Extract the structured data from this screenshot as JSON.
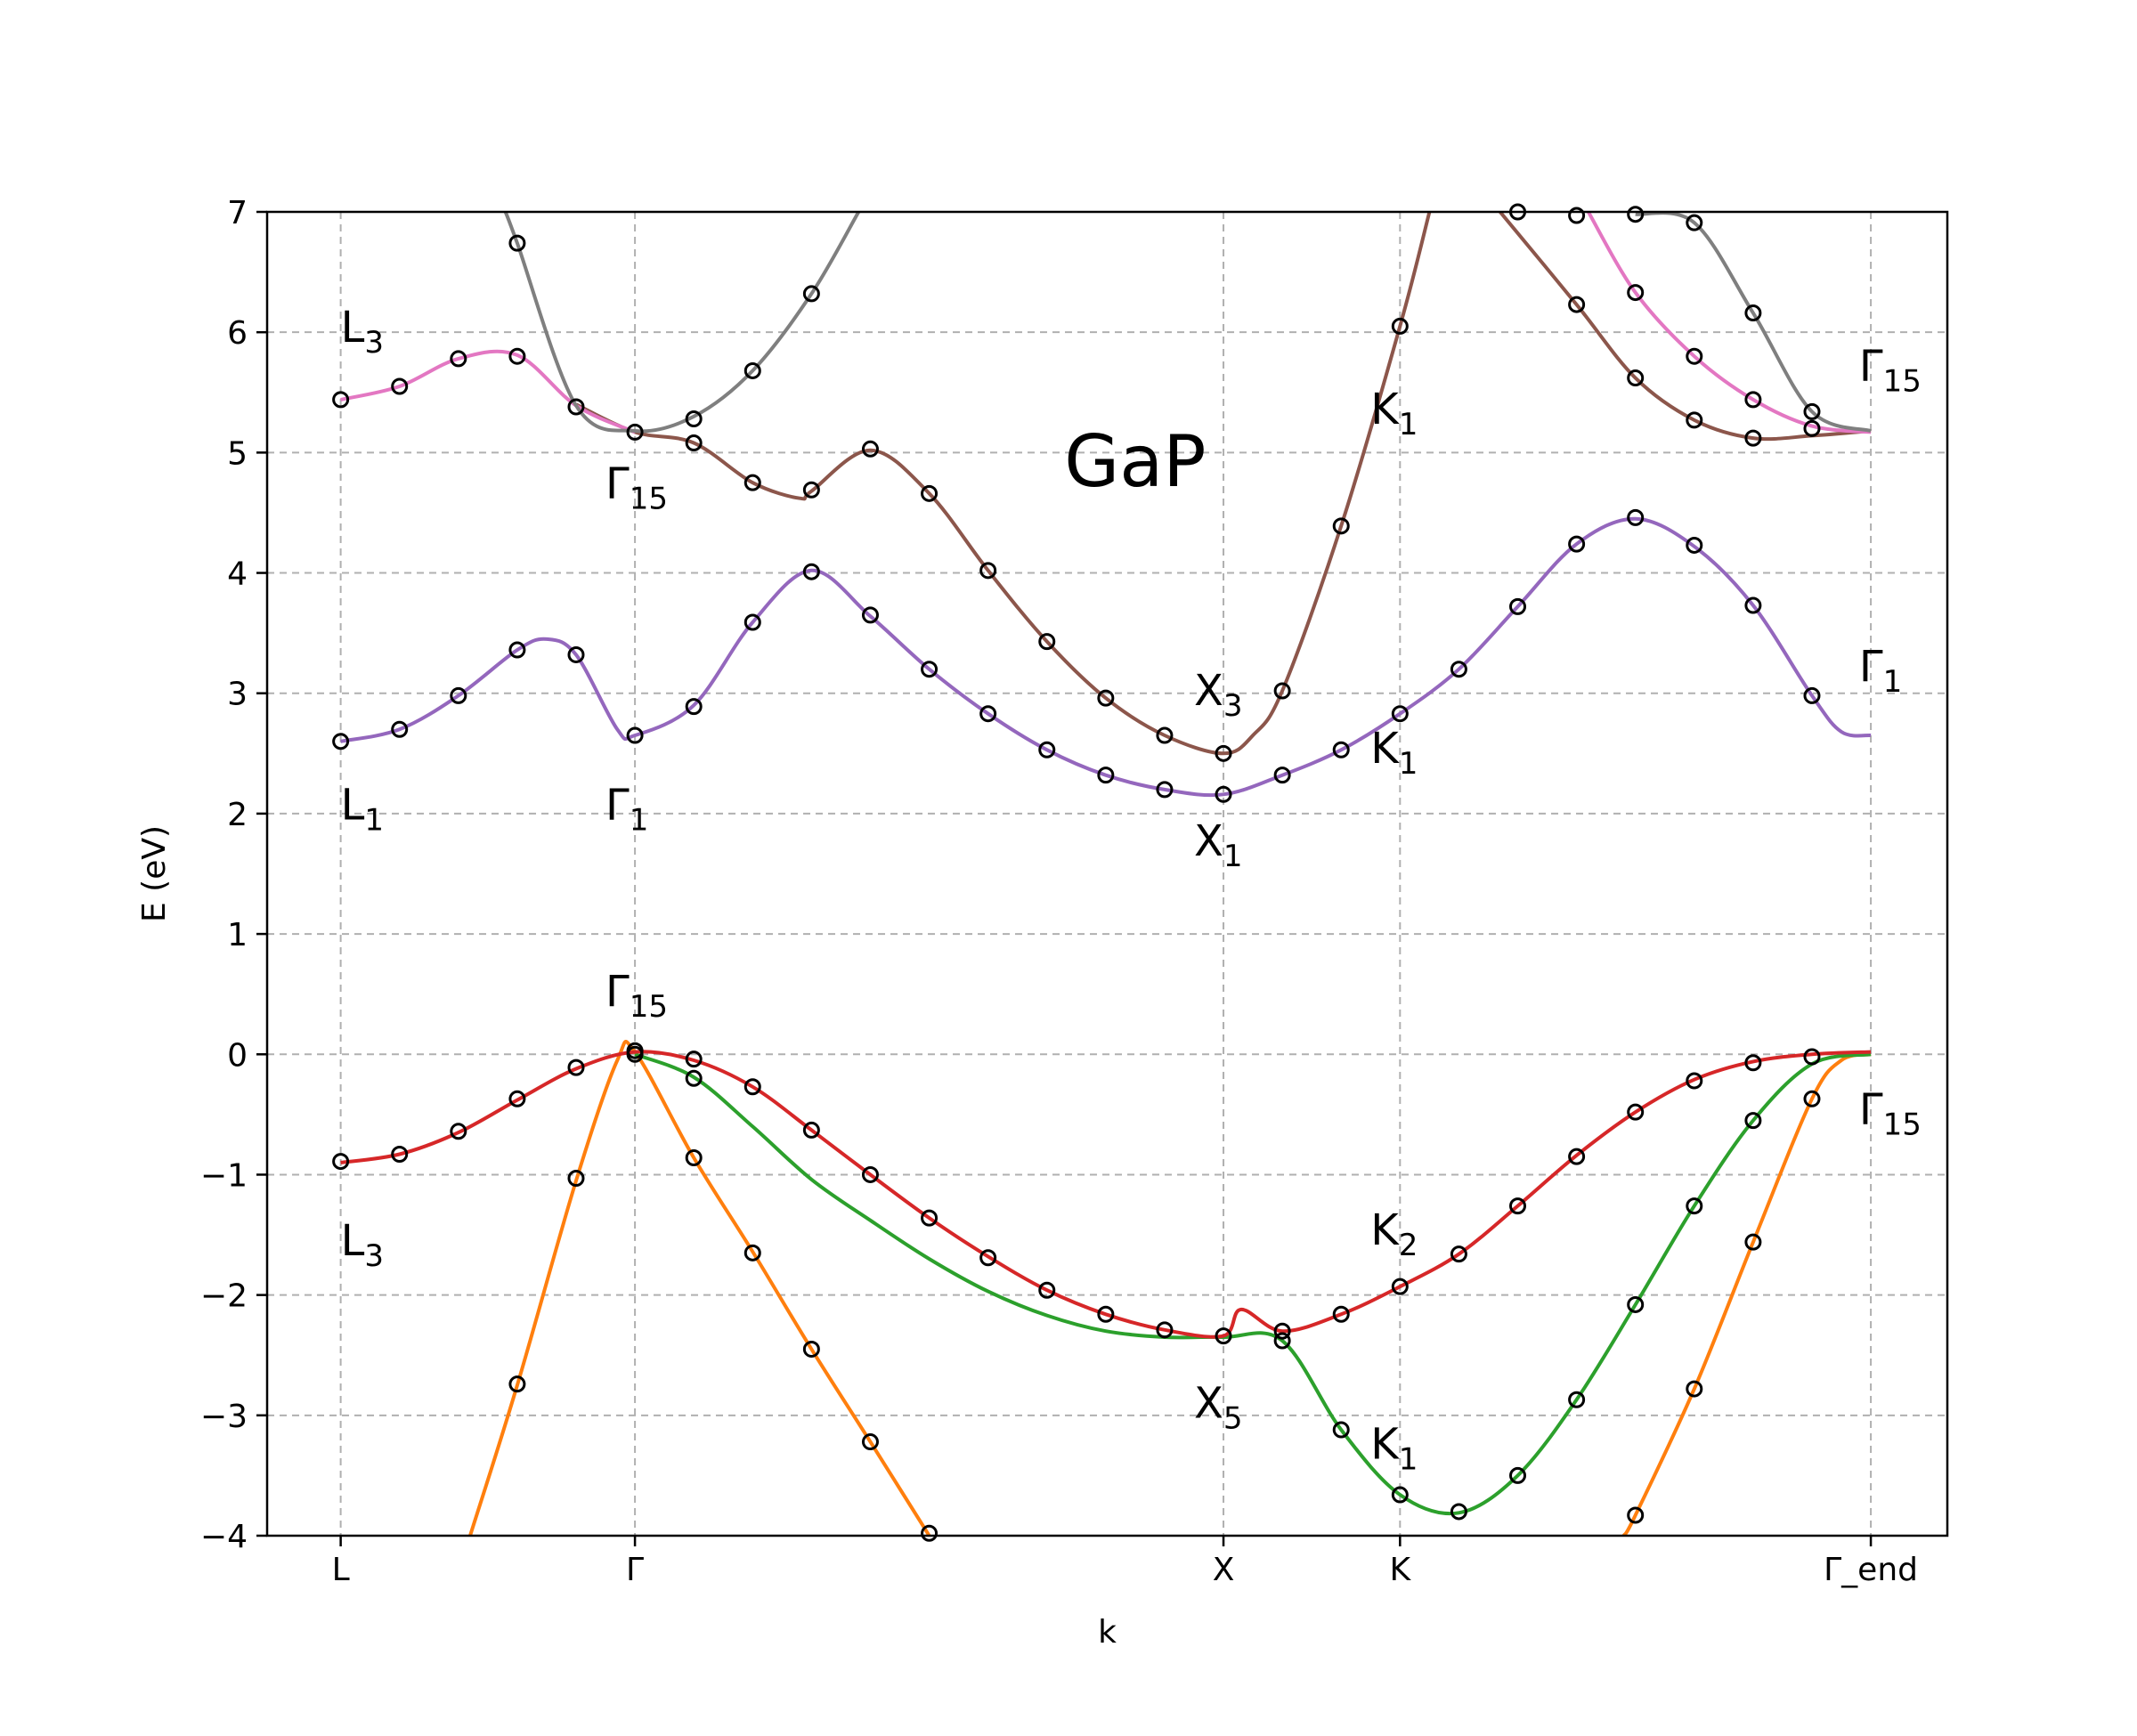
{
  "chart_data": {
    "type": "line",
    "title": "GaP",
    "xlabel": "k",
    "ylabel": "E (eV)",
    "xlim": [
      -0.125,
      2.73
    ],
    "ylim": [
      -4,
      7
    ],
    "grid": true,
    "x_ticks": [
      {
        "pos": 0,
        "label": "L"
      },
      {
        "pos": 0.5,
        "label": "Γ"
      },
      {
        "pos": 1.5,
        "label": "X"
      },
      {
        "pos": 1.8,
        "label": "K"
      },
      {
        "pos": 2.6,
        "label": "Γ_end"
      }
    ],
    "y_ticks": [
      -4,
      -3,
      -2,
      -1,
      0,
      1,
      2,
      3,
      4,
      5,
      6,
      7
    ],
    "series": [
      {
        "color": "#ff7f0e",
        "points": [
          [
            0.22,
            -4.0
          ],
          [
            0.3,
            -2.75
          ],
          [
            0.4,
            -1.05
          ],
          [
            0.47,
            -0.05
          ],
          [
            0.5,
            0.02
          ],
          [
            0.6,
            -0.86
          ],
          [
            0.7,
            -1.64
          ],
          [
            0.8,
            -2.45
          ],
          [
            0.9,
            -3.22
          ],
          [
            1.0,
            -4.0
          ]
        ]
      },
      {
        "color": "#ff7f0e",
        "points": [
          [
            2.18,
            -4.0
          ],
          [
            2.2,
            -3.83
          ],
          [
            2.3,
            -2.78
          ],
          [
            2.4,
            -1.56
          ],
          [
            2.5,
            -0.37
          ],
          [
            2.55,
            -0.05
          ],
          [
            2.6,
            0.0
          ]
        ]
      },
      {
        "color": "#2ca02c",
        "points": [
          [
            0.5,
            0.0
          ],
          [
            0.6,
            -0.19
          ],
          [
            0.7,
            -0.6
          ],
          [
            0.8,
            -1.04
          ],
          [
            0.9,
            -1.38
          ],
          [
            1.0,
            -1.7
          ],
          [
            1.1,
            -1.97
          ],
          [
            1.2,
            -2.17
          ],
          [
            1.3,
            -2.3
          ],
          [
            1.4,
            -2.35
          ],
          [
            1.5,
            -2.35
          ],
          [
            1.6,
            -2.38
          ],
          [
            1.7,
            -3.12
          ],
          [
            1.8,
            -3.66
          ],
          [
            1.9,
            -3.81
          ],
          [
            2.0,
            -3.5
          ],
          [
            2.1,
            -2.87
          ],
          [
            2.2,
            -2.08
          ],
          [
            2.3,
            -1.26
          ],
          [
            2.4,
            -0.55
          ],
          [
            2.5,
            -0.08
          ],
          [
            2.6,
            0.0
          ]
        ]
      },
      {
        "color": "#d62728",
        "points": [
          [
            0.0,
            -0.9
          ],
          [
            0.1,
            -0.83
          ],
          [
            0.2,
            -0.65
          ],
          [
            0.3,
            -0.38
          ],
          [
            0.4,
            -0.12
          ],
          [
            0.5,
            0.02
          ],
          [
            0.6,
            -0.05
          ],
          [
            0.7,
            -0.27
          ],
          [
            0.8,
            -0.63
          ],
          [
            0.9,
            -1.0
          ],
          [
            1.0,
            -1.36
          ],
          [
            1.1,
            -1.68
          ],
          [
            1.2,
            -1.96
          ],
          [
            1.3,
            -2.16
          ],
          [
            1.4,
            -2.29
          ],
          [
            1.5,
            -2.34
          ],
          [
            1.53,
            -2.12
          ],
          [
            1.6,
            -2.3
          ],
          [
            1.7,
            -2.16
          ],
          [
            1.8,
            -1.93
          ],
          [
            1.9,
            -1.66
          ],
          [
            2.0,
            -1.26
          ],
          [
            2.1,
            -0.84
          ],
          [
            2.2,
            -0.48
          ],
          [
            2.3,
            -0.21
          ],
          [
            2.4,
            -0.06
          ],
          [
            2.5,
            0.0
          ],
          [
            2.6,
            0.02
          ]
        ]
      },
      {
        "color": "#9467bd",
        "points": [
          [
            0.0,
            2.6
          ],
          [
            0.1,
            2.7
          ],
          [
            0.2,
            2.98
          ],
          [
            0.3,
            3.36
          ],
          [
            0.35,
            3.45
          ],
          [
            0.4,
            3.32
          ],
          [
            0.47,
            2.7
          ],
          [
            0.5,
            2.65
          ],
          [
            0.6,
            2.9
          ],
          [
            0.7,
            3.59
          ],
          [
            0.8,
            4.02
          ],
          [
            0.9,
            3.64
          ],
          [
            1.0,
            3.2
          ],
          [
            1.1,
            2.83
          ],
          [
            1.2,
            2.53
          ],
          [
            1.3,
            2.32
          ],
          [
            1.4,
            2.2
          ],
          [
            1.5,
            2.16
          ],
          [
            1.6,
            2.32
          ],
          [
            1.7,
            2.53
          ],
          [
            1.8,
            2.83
          ],
          [
            1.9,
            3.2
          ],
          [
            2.0,
            3.72
          ],
          [
            2.1,
            4.24
          ],
          [
            2.2,
            4.45
          ],
          [
            2.3,
            4.22
          ],
          [
            2.4,
            3.73
          ],
          [
            2.5,
            2.98
          ],
          [
            2.55,
            2.68
          ],
          [
            2.6,
            2.65
          ]
        ]
      },
      {
        "color": "#8c564b",
        "points": [
          [
            0.4,
            5.4
          ],
          [
            0.5,
            5.17
          ],
          [
            0.6,
            5.08
          ],
          [
            0.7,
            4.75
          ],
          [
            0.78,
            4.62
          ],
          [
            0.8,
            4.68
          ],
          [
            0.9,
            5.02
          ],
          [
            1.0,
            4.66
          ],
          [
            1.1,
            4.02
          ],
          [
            1.2,
            3.43
          ],
          [
            1.3,
            2.96
          ],
          [
            1.4,
            2.65
          ],
          [
            1.5,
            2.5
          ],
          [
            1.55,
            2.65
          ],
          [
            1.6,
            3.02
          ],
          [
            1.7,
            4.39
          ],
          [
            1.8,
            6.05
          ],
          [
            1.85,
            7.0
          ]
        ]
      },
      {
        "color": "#8c564b",
        "points": [
          [
            1.97,
            7.0
          ],
          [
            2.1,
            6.23
          ],
          [
            2.2,
            5.62
          ],
          [
            2.3,
            5.27
          ],
          [
            2.4,
            5.12
          ],
          [
            2.5,
            5.14
          ],
          [
            2.6,
            5.18
          ]
        ]
      },
      {
        "color": "#e377c2",
        "points": [
          [
            0.0,
            5.44
          ],
          [
            0.1,
            5.55
          ],
          [
            0.2,
            5.78
          ],
          [
            0.3,
            5.81
          ],
          [
            0.4,
            5.39
          ],
          [
            0.5,
            5.17
          ]
        ]
      },
      {
        "color": "#e377c2",
        "points": [
          [
            2.12,
            7.0
          ],
          [
            2.2,
            6.33
          ],
          [
            2.3,
            5.8
          ],
          [
            2.4,
            5.44
          ],
          [
            2.5,
            5.22
          ],
          [
            2.6,
            5.17
          ]
        ]
      },
      {
        "color": "#7f7f7f",
        "points": [
          [
            0.28,
            7.0
          ],
          [
            0.3,
            6.74
          ],
          [
            0.4,
            5.39
          ],
          [
            0.5,
            5.18
          ],
          [
            0.6,
            5.3
          ],
          [
            0.7,
            5.68
          ],
          [
            0.8,
            6.32
          ],
          [
            0.88,
            7.0
          ]
        ]
      },
      {
        "color": "#7f7f7f",
        "points": [
          [
            2.2,
            6.98
          ],
          [
            2.3,
            6.91
          ],
          [
            2.4,
            6.16
          ],
          [
            2.5,
            5.34
          ],
          [
            2.6,
            5.18
          ]
        ]
      }
    ],
    "markers": [
      [
        0.0,
        5.44
      ],
      [
        0.1,
        5.55
      ],
      [
        0.2,
        5.78
      ],
      [
        0.3,
        5.8
      ],
      [
        0.3,
        6.74
      ],
      [
        0.4,
        5.38
      ],
      [
        0.5,
        5.17
      ],
      [
        0.6,
        5.08
      ],
      [
        0.6,
        5.28
      ],
      [
        0.7,
        5.68
      ],
      [
        0.7,
        4.75
      ],
      [
        0.8,
        4.69
      ],
      [
        0.8,
        6.32
      ],
      [
        0.9,
        5.03
      ],
      [
        1.0,
        4.66
      ],
      [
        1.1,
        4.02
      ],
      [
        1.2,
        3.43
      ],
      [
        1.3,
        2.96
      ],
      [
        1.4,
        2.65
      ],
      [
        1.5,
        2.5
      ],
      [
        1.6,
        3.02
      ],
      [
        1.7,
        4.39
      ],
      [
        1.8,
        6.05
      ],
      [
        2.0,
        7.0
      ],
      [
        2.1,
        6.97
      ],
      [
        2.2,
        6.98
      ],
      [
        2.3,
        6.91
      ],
      [
        2.1,
        6.23
      ],
      [
        2.2,
        6.33
      ],
      [
        2.2,
        5.62
      ],
      [
        2.3,
        5.8
      ],
      [
        2.3,
        5.27
      ],
      [
        2.4,
        6.16
      ],
      [
        2.4,
        5.44
      ],
      [
        2.4,
        5.12
      ],
      [
        2.5,
        5.34
      ],
      [
        2.5,
        5.2
      ],
      [
        0.0,
        2.6
      ],
      [
        0.1,
        2.7
      ],
      [
        0.2,
        2.98
      ],
      [
        0.3,
        3.36
      ],
      [
        0.4,
        3.32
      ],
      [
        0.5,
        2.65
      ],
      [
        0.6,
        2.89
      ],
      [
        0.7,
        3.59
      ],
      [
        0.8,
        4.01
      ],
      [
        0.9,
        3.65
      ],
      [
        1.0,
        3.2
      ],
      [
        1.1,
        2.83
      ],
      [
        1.2,
        2.53
      ],
      [
        1.3,
        2.32
      ],
      [
        1.4,
        2.2
      ],
      [
        1.5,
        2.16
      ],
      [
        1.6,
        2.32
      ],
      [
        1.7,
        2.53
      ],
      [
        1.8,
        2.83
      ],
      [
        1.9,
        3.2
      ],
      [
        2.0,
        3.72
      ],
      [
        2.1,
        4.24
      ],
      [
        2.2,
        4.46
      ],
      [
        2.3,
        4.23
      ],
      [
        2.4,
        3.73
      ],
      [
        2.5,
        2.98
      ],
      [
        0.0,
        -0.89
      ],
      [
        0.1,
        -0.83
      ],
      [
        0.2,
        -0.64
      ],
      [
        0.3,
        -0.37
      ],
      [
        0.4,
        -0.11
      ],
      [
        0.5,
        0.03
      ],
      [
        0.5,
        0.0
      ],
      [
        0.6,
        -0.04
      ],
      [
        0.6,
        -0.2
      ],
      [
        0.7,
        -0.27
      ],
      [
        0.8,
        -0.63
      ],
      [
        0.9,
        -1.0
      ],
      [
        1.0,
        -1.36
      ],
      [
        1.1,
        -1.69
      ],
      [
        1.2,
        -1.96
      ],
      [
        1.3,
        -2.16
      ],
      [
        1.4,
        -2.29
      ],
      [
        1.5,
        -2.34
      ],
      [
        1.6,
        -2.3
      ],
      [
        1.6,
        -2.38
      ],
      [
        1.7,
        -2.16
      ],
      [
        1.8,
        -1.93
      ],
      [
        1.9,
        -1.66
      ],
      [
        2.0,
        -1.26
      ],
      [
        2.1,
        -0.85
      ],
      [
        2.2,
        -0.48
      ],
      [
        2.3,
        -0.22
      ],
      [
        2.4,
        -0.07
      ],
      [
        2.5,
        -0.02
      ],
      [
        0.3,
        -2.74
      ],
      [
        0.4,
        -1.03
      ],
      [
        0.6,
        -0.86
      ],
      [
        0.7,
        -1.65
      ],
      [
        0.8,
        -2.45
      ],
      [
        0.9,
        -3.22
      ],
      [
        1.0,
        -3.98
      ],
      [
        1.7,
        -3.12
      ],
      [
        1.8,
        -3.66
      ],
      [
        1.9,
        -3.8
      ],
      [
        2.0,
        -3.5
      ],
      [
        2.1,
        -2.87
      ],
      [
        2.2,
        -2.08
      ],
      [
        2.3,
        -1.26
      ],
      [
        2.4,
        -0.55
      ],
      [
        2.5,
        -0.37
      ],
      [
        2.2,
        -3.83
      ],
      [
        2.3,
        -2.78
      ],
      [
        2.4,
        -1.56
      ]
    ],
    "annotations": [
      {
        "x": 0.0,
        "y": 5.92,
        "base": "L",
        "sub": "3"
      },
      {
        "x": 0.0,
        "y": 1.95,
        "base": "L",
        "sub": "1"
      },
      {
        "x": 0.0,
        "y": -1.67,
        "base": "L",
        "sub": "3"
      },
      {
        "x": 0.45,
        "y": 4.62,
        "base": "Γ",
        "sub": "15"
      },
      {
        "x": 0.45,
        "y": 1.95,
        "base": "Γ",
        "sub": "1"
      },
      {
        "x": 0.45,
        "y": 0.4,
        "base": "Γ",
        "sub": "15"
      },
      {
        "x": 1.45,
        "y": 2.9,
        "base": "X",
        "sub": "3"
      },
      {
        "x": 1.45,
        "y": 1.65,
        "base": "X",
        "sub": "1"
      },
      {
        "x": 1.45,
        "y": -3.02,
        "base": "X",
        "sub": "5"
      },
      {
        "x": 1.75,
        "y": 5.24,
        "base": "K",
        "sub": "1"
      },
      {
        "x": 1.75,
        "y": 2.42,
        "base": "K",
        "sub": "1"
      },
      {
        "x": 1.75,
        "y": -1.58,
        "base": "K",
        "sub": "2"
      },
      {
        "x": 1.75,
        "y": -3.36,
        "base": "K",
        "sub": "1"
      },
      {
        "x": 2.58,
        "y": 5.6,
        "base": "Γ",
        "sub": "15"
      },
      {
        "x": 2.58,
        "y": 3.1,
        "base": "Γ",
        "sub": "1"
      },
      {
        "x": 2.58,
        "y": -0.58,
        "base": "Γ",
        "sub": "15"
      }
    ]
  }
}
